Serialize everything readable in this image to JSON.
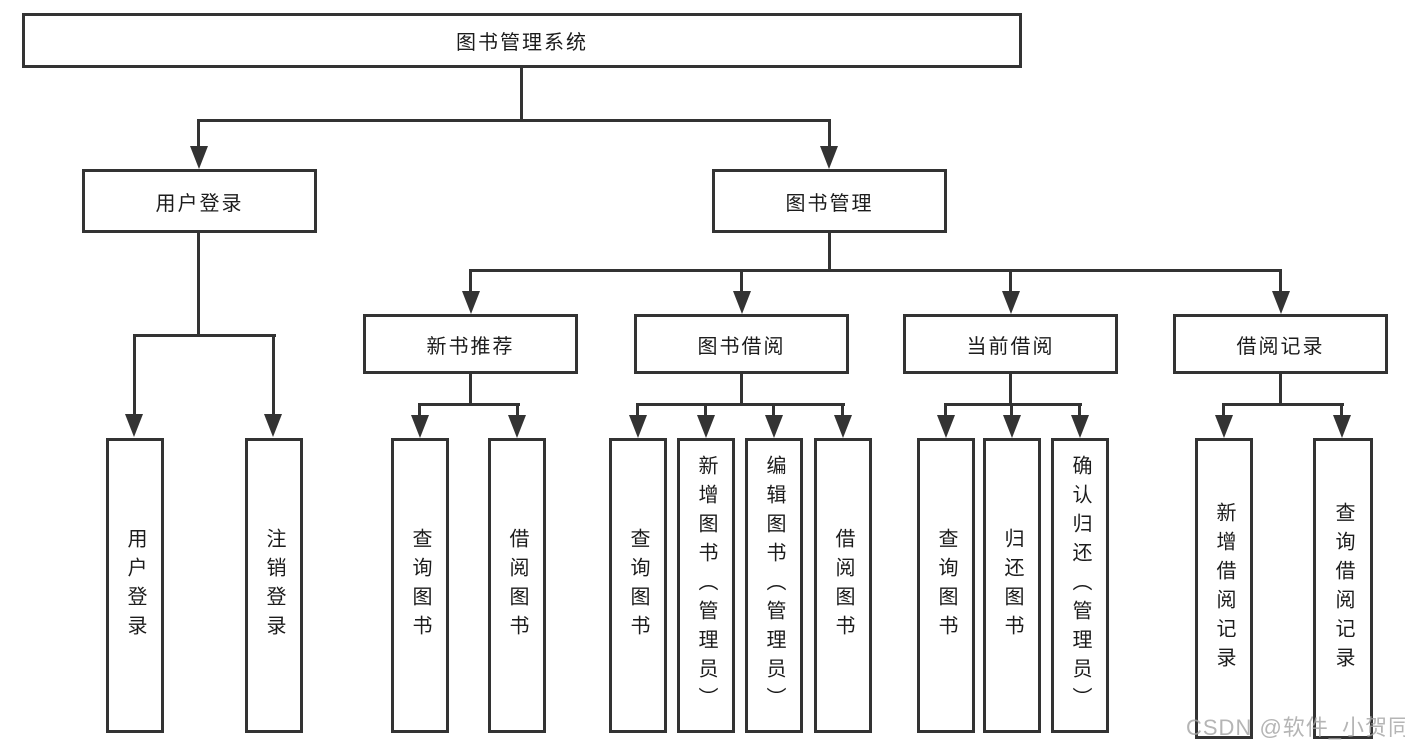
{
  "diagram": {
    "root": {
      "label": "图书管理系统"
    },
    "branches": {
      "user_login": {
        "label": "用户登录",
        "children": [
          "用户登录",
          "注销登录"
        ]
      },
      "book_mgmt": {
        "label": "图书管理"
      }
    },
    "modules": [
      {
        "label": "新书推荐",
        "children": [
          "查询图书",
          "借阅图书"
        ]
      },
      {
        "label": "图书借阅",
        "children": [
          "查询图书",
          "新增图书（管理员）",
          "编辑图书（管理员）",
          "借阅图书"
        ]
      },
      {
        "label": "当前借阅",
        "children": [
          "查询图书",
          "归还图书",
          "确认归还（管理员）"
        ]
      },
      {
        "label": "借阅记录",
        "children": [
          "新增借阅记录",
          "查询借阅记录"
        ]
      }
    ],
    "colors": {
      "line": "#333333",
      "border": "#333333",
      "fill": "#ffffff",
      "text": "#1c1c1c"
    }
  },
  "watermark": {
    "text": "CSDN @软件_小贺同学",
    "color": "#a3a3a3"
  }
}
